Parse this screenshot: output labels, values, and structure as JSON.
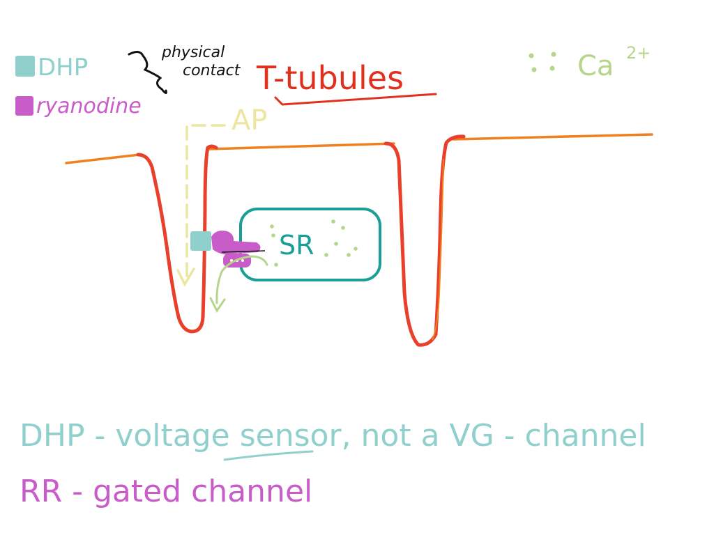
{
  "legend": {
    "dhp_label": "DHP",
    "ryanodine_label": "ryanodine",
    "contact_line1": "physical",
    "contact_line2": "contact"
  },
  "title": "T-tubules",
  "ap_label": "AP",
  "ion_key": {
    "label": "Ca",
    "superscript": "2+"
  },
  "sr_label": "SR",
  "notes": {
    "line1_part_a": "DHP - voltage ",
    "line1_sensor": "sensor",
    "line1_part_b": ", not a VG - channel",
    "line2": "RR - gated channel"
  },
  "colors": {
    "dhp": "#8fd0cc",
    "ryanodine": "#c85cc8",
    "tubule_outline": "#e8402a",
    "membrane": "#f07f1f",
    "sr": "#1a9e96",
    "calcium": "#b5d68a",
    "ap": "#ede6a0",
    "title": "#e0311e",
    "ink": "#111111"
  }
}
